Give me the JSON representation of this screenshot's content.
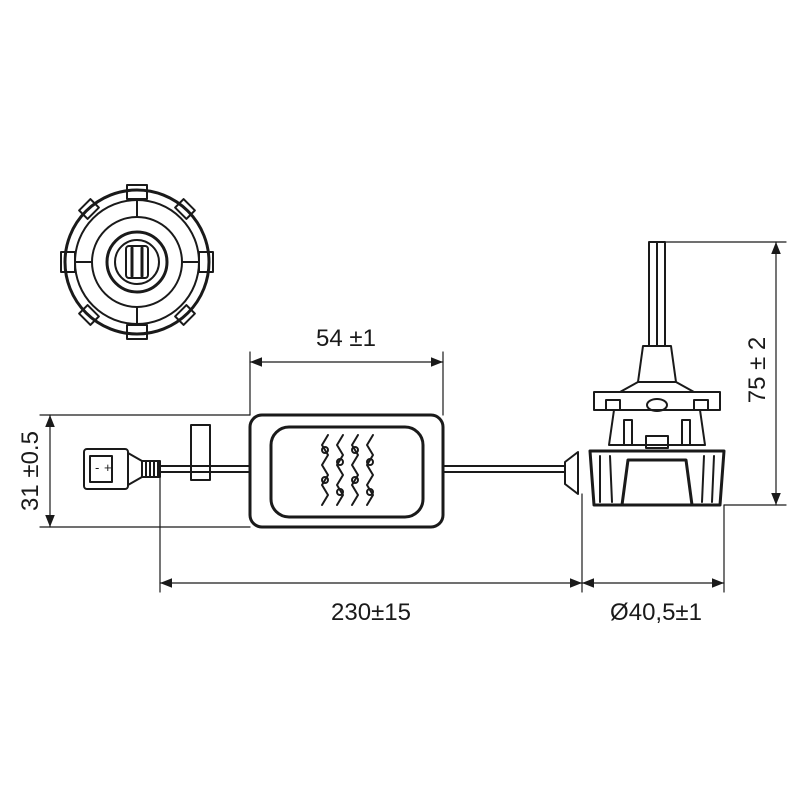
{
  "dimensions": {
    "controller_width": "54 ±1",
    "bulb_height": "75 ± 2",
    "connector_height": "31 ±0.5",
    "cable_length": "230±15",
    "base_diameter": "Ø40,5±1"
  },
  "connector_marks": {
    "minus": "-",
    "plus": "+"
  },
  "colors": {
    "line": "#1a1a1a",
    "background": "#ffffff"
  }
}
